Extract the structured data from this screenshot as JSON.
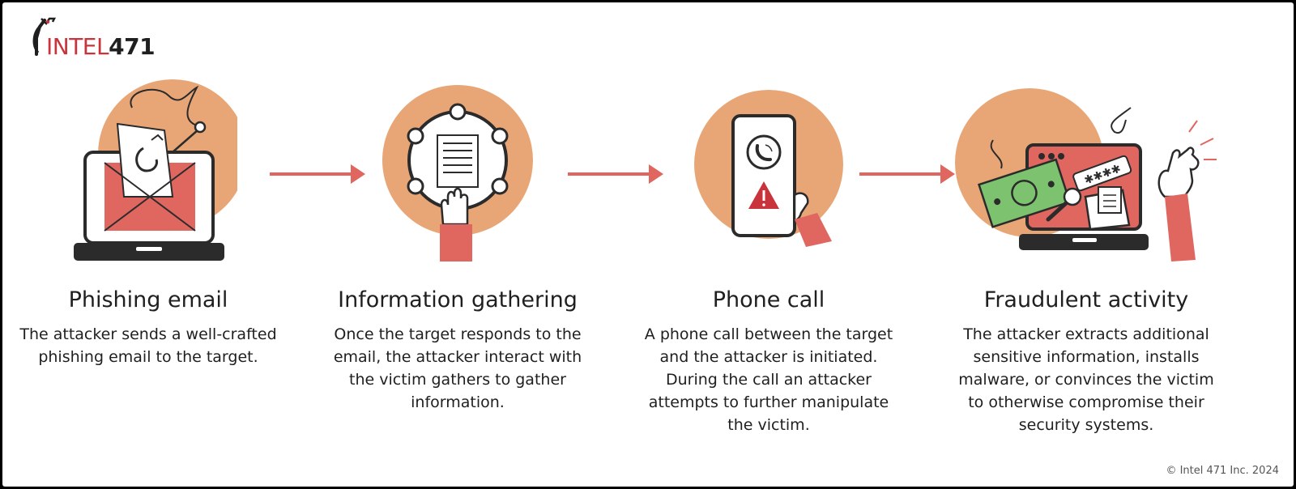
{
  "logo": {
    "text_intel": "INTEL",
    "text_471": "471"
  },
  "colors": {
    "peach": "#e8a676",
    "coral": "#e06660",
    "dark": "#2b2b2b",
    "green": "#7cc26f"
  },
  "steps": [
    {
      "title": "Phishing email",
      "description": "The attacker sends a well-crafted phishing email to the target."
    },
    {
      "title": "Information gathering",
      "description": "Once the target responds to the email, the attacker interact with the victim gathers to gather information."
    },
    {
      "title": "Phone call",
      "description": "A phone call between the target and the attacker is initiated. During the call an attacker attempts to further manipulate the victim."
    },
    {
      "title": "Fraudulent activity",
      "description": "The attacker extracts additional sensitive information, installs malware, or convinces the victim to otherwise compromise their security systems."
    }
  ],
  "footer": {
    "copyright": "© Intel 471 Inc. 2024"
  }
}
